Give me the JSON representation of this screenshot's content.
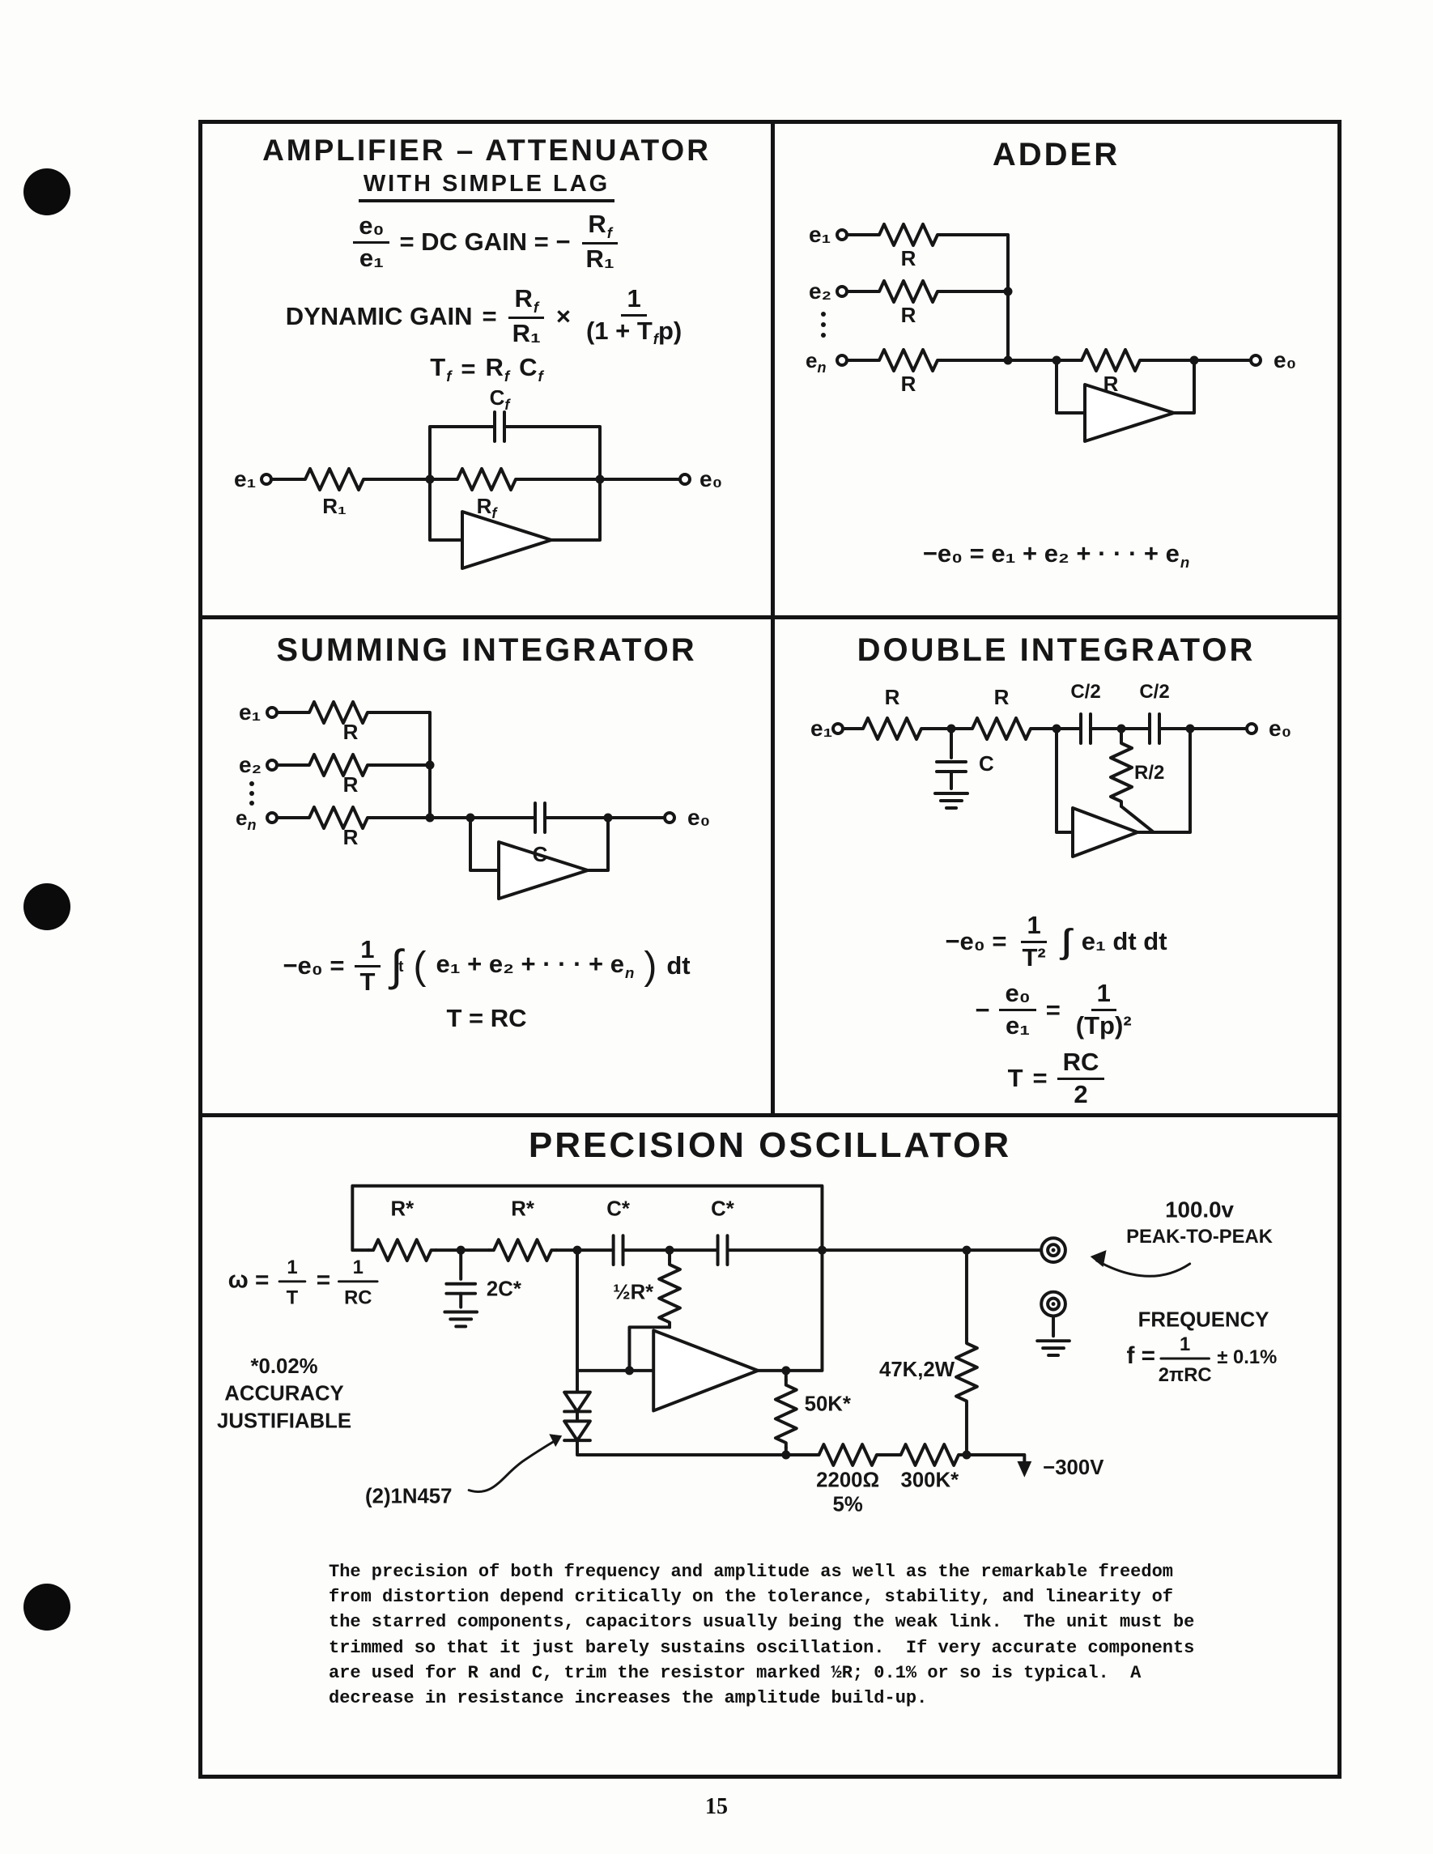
{
  "page": {
    "number": "15"
  },
  "sym": {
    "e1": "e₁",
    "e2": "e₂",
    "e0": "e₀",
    "en_b": "e",
    "en_s": "n",
    "R": "R",
    "R1": "R₁",
    "C": "C",
    "var_f": "f",
    "Rf_b": "R",
    "Cf_b": "C",
    "Tf_b": "T",
    "Rhalf": "R/2",
    "Chalf": "C/2",
    "Rstar": "R*",
    "Cstar": "C*",
    "twoCstar": "2C*",
    "halfRstar": "½R*",
    "k50": "50K*",
    "k47": "47K,2W",
    "ohm2200": "2200Ω",
    "pct5": "5%",
    "k300": "300K*",
    "neg300": "−300V"
  },
  "amp": {
    "title": "AMPLIFIER – ATTENUATOR",
    "subtitle": "WITH SIMPLE LAG",
    "f1": {
      "num1": "e₀",
      "den1": "e₁",
      "mid": "= DC GAIN = −",
      "den2": "R₁"
    },
    "f2": {
      "lead": "DYNAMIC GAIN",
      "eq": "=",
      "den1": "R₁",
      "times": "×",
      "num2": "1",
      "den2_pre": "(1 + T",
      "den2_post": "p)"
    },
    "f3": {
      "eq": "="
    }
  },
  "adder": {
    "title": "ADDER",
    "formula_pre": "−e₀ = e₁ + e₂ + · · · + e",
    "formula_sub": "n"
  },
  "sumint": {
    "title": "SUMMING INTEGRATOR",
    "f1": {
      "lead": "−e₀ =",
      "num": "1",
      "den": "T",
      "integral": "∫",
      "sup": "t",
      "open": "(",
      "body": "e₁ + e₂ + · · · + e",
      "body_sub": "n",
      "close": ")",
      "dt": "dt"
    },
    "f2": "T = RC"
  },
  "dblint": {
    "title": "DOUBLE INTEGRATOR",
    "f1": {
      "lead": "−e₀ =",
      "num": "1",
      "den": "T²",
      "ints": "∫∫",
      "rest": "e₁ dt dt"
    },
    "f2": {
      "minus": "−",
      "num1": "e₀",
      "den1": "e₁",
      "eq": "=",
      "num2": "1",
      "den2": "(Tp)²"
    },
    "f3": {
      "lead": "T",
      "eq": "=",
      "num": "RC",
      "den": "2"
    }
  },
  "osc": {
    "title": "PRECISION OSCILLATOR",
    "omega": {
      "lead": "ω =",
      "n1": "1",
      "d1": "T",
      "eq": "=",
      "n2": "1",
      "d2": "RC"
    },
    "accuracy": [
      "*0.02%",
      "ACCURACY",
      "JUSTIFIABLE"
    ],
    "diode_label": "(2)1N457",
    "v_label": "100.0v",
    "ptp": "PEAK-TO-PEAK",
    "freq_title": "FREQUENCY",
    "freq": {
      "lhs": "f =",
      "num": "1",
      "den": "2πRC",
      "tol": "± 0.1%"
    },
    "para": "The precision of both frequency and amplitude as well as the remarkable freedom from distortion depend critically on the tolerance, stability, and linearity of the starred components, capacitors usually being the weak link.  The unit must be trimmed so that it just barely sustains oscillation.  If very accurate components are used for R and C, trim the resistor marked ½R; 0.1% or so is typical.  A decrease in resistance increases the amplitude build-up."
  }
}
